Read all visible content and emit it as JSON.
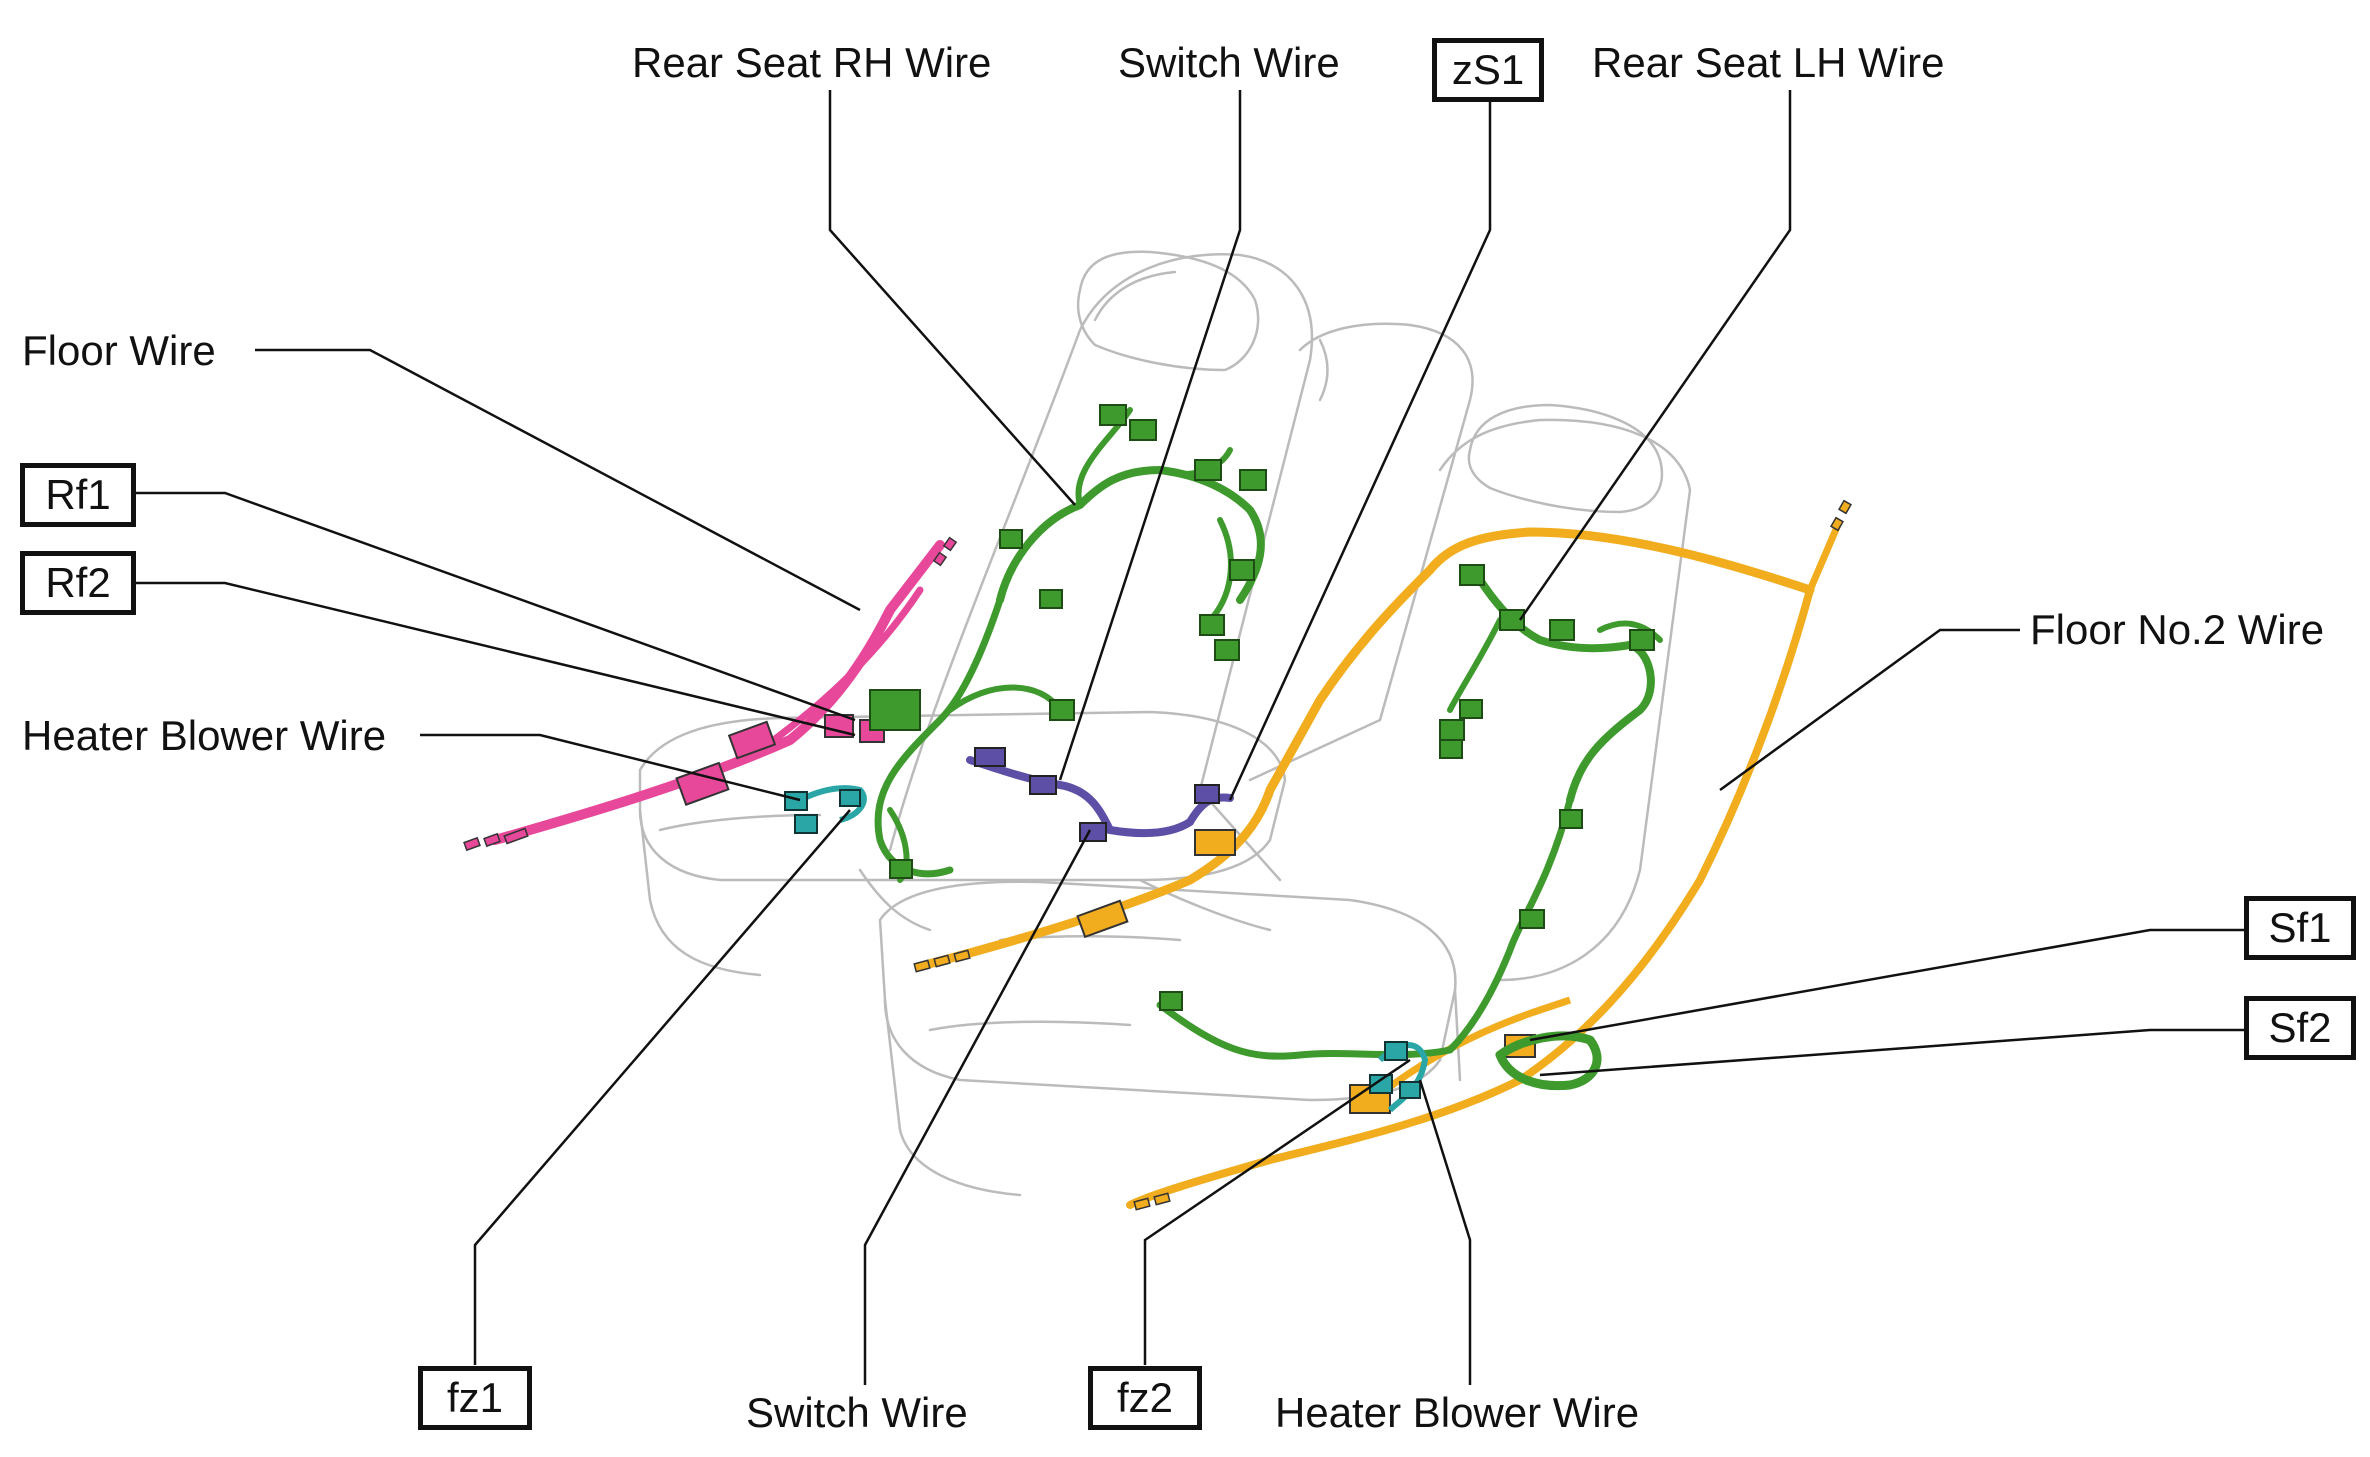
{
  "labels": {
    "rear_seat_rh_wire": "Rear Seat RH Wire",
    "switch_wire_top": "Switch Wire",
    "rear_seat_lh_wire": "Rear Seat LH Wire",
    "floor_wire": "Floor Wire",
    "heater_blower_wire_left": "Heater Blower Wire",
    "floor_no2_wire": "Floor No.2 Wire",
    "switch_wire_bottom": "Switch Wire",
    "heater_blower_wire_bottom": "Heater Blower Wire"
  },
  "codes": {
    "zS1": "zS1",
    "Rf1": "Rf1",
    "Rf2": "Rf2",
    "Sf1": "Sf1",
    "Sf2": "Sf2",
    "fz1": "fz1",
    "fz2": "fz2"
  },
  "colors": {
    "seat_outline": "#bbbbbb",
    "floor_wire": "#e8489a",
    "seat_wires": "#3f9a2e",
    "switch_wire": "#5d4fa6",
    "floor_no2_wire": "#f2ad1e",
    "heater_blower_wire": "#2aa6a6",
    "leader_line": "#111111"
  }
}
